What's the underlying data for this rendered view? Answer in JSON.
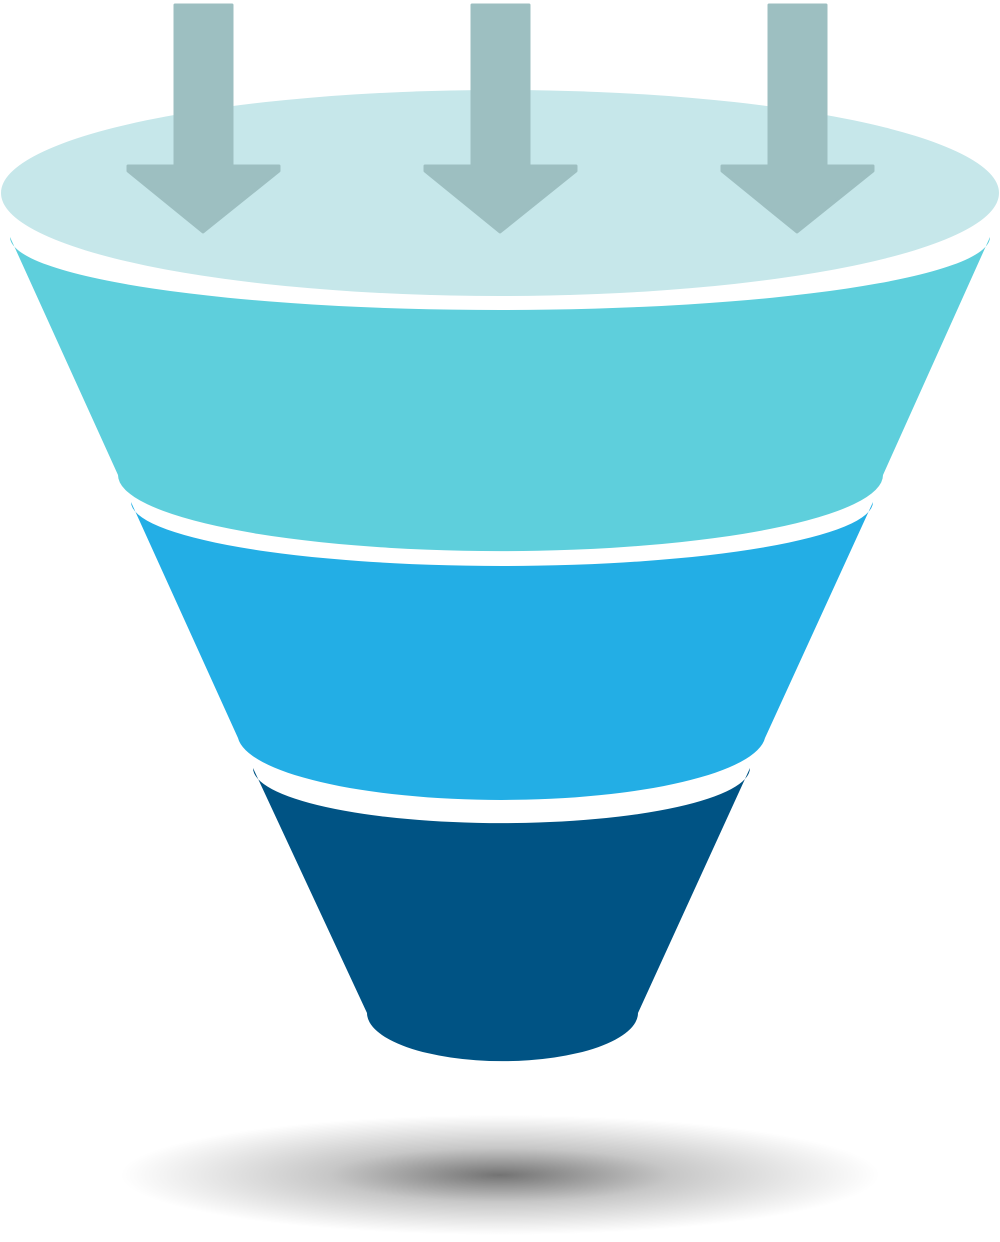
{
  "diagram": {
    "type": "funnel",
    "arrow_count": 3,
    "stage_count": 3,
    "colors": {
      "background": "#ffffff",
      "rim_top": "#c6e7ea",
      "stage_1": "#5ecfdc",
      "stage_2": "#23aee5",
      "stage_3": "#005384",
      "arrow": "#9dbfc1",
      "separator": "#ffffff",
      "shadow": "#000000"
    }
  }
}
